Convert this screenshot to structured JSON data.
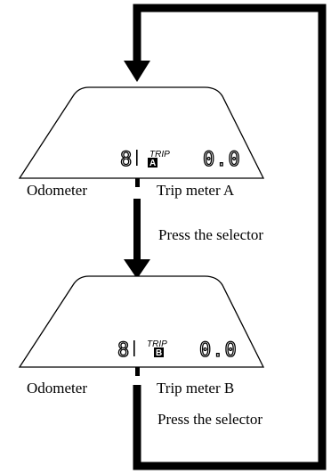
{
  "colors": {
    "ink": "#000000",
    "background": "#ffffff"
  },
  "cycle_arrow": {
    "description_icon": "loop-arrow-icon"
  },
  "panels": [
    {
      "odometer_digit": "8",
      "trip_word": "TRIP",
      "trip_letter": "A",
      "trip_value": "0.0",
      "odometer_label": "Odometer",
      "trip_label": "Trip meter A"
    },
    {
      "odometer_digit": "8",
      "trip_word": "TRIP",
      "trip_letter": "B",
      "trip_value": "0.0",
      "odometer_label": "Odometer",
      "trip_label": "Trip meter B"
    }
  ],
  "steps": [
    {
      "instruction": "Press the selector"
    },
    {
      "instruction": "Press the selector"
    }
  ]
}
